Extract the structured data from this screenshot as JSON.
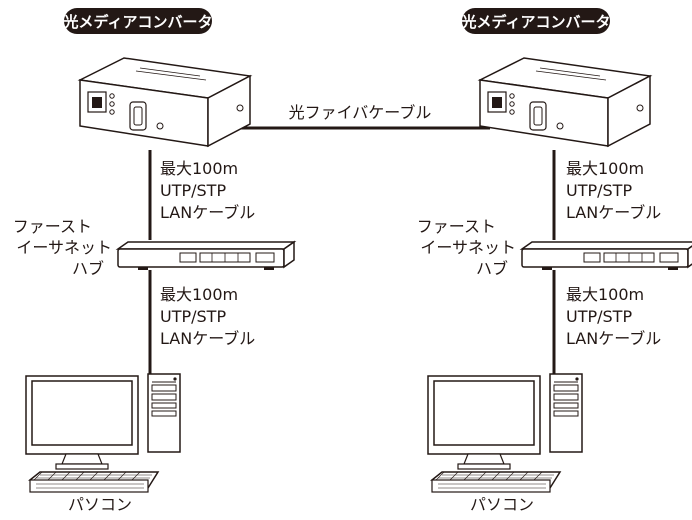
{
  "left": {
    "converter_label": "光メディアコンバータ",
    "cable_upper": [
      "最大100m",
      "UTP/STP",
      "LANケーブル"
    ],
    "hub_label": [
      "ファースト",
      "イーサネット",
      "ハブ"
    ],
    "cable_lower": [
      "最大100m",
      "UTP/STP",
      "LANケーブル"
    ],
    "pc_label": "パソコン"
  },
  "right": {
    "converter_label": "光メディアコンバータ",
    "cable_upper": [
      "最大100m",
      "UTP/STP",
      "LANケーブル"
    ],
    "hub_label": [
      "ファースト",
      "イーサネット",
      "ハブ"
    ],
    "cable_lower": [
      "最大100m",
      "UTP/STP",
      "LANケーブル"
    ],
    "pc_label": "パソコン"
  },
  "fiber_cable_label": "光ファイバケーブル"
}
